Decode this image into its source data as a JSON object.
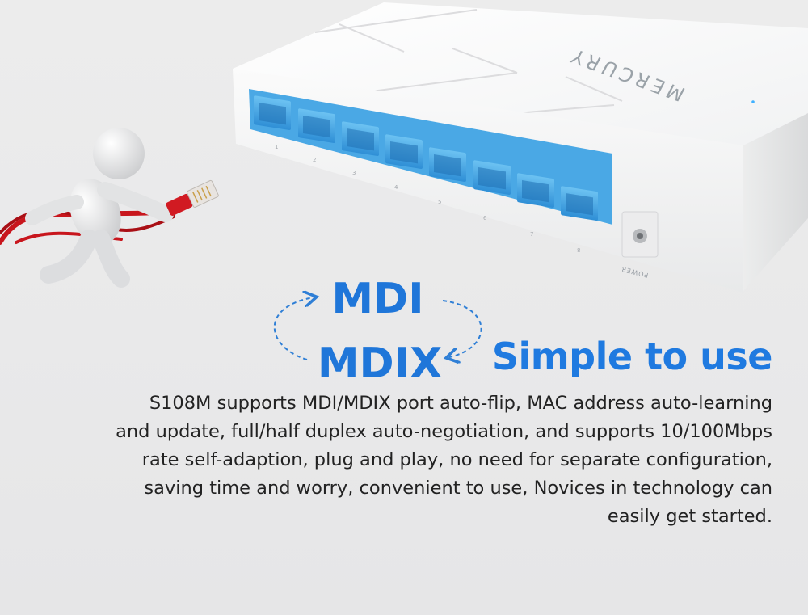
{
  "product": {
    "brand": "MERCURY",
    "power_label": "POWER",
    "port_numbers": [
      "1",
      "2",
      "3",
      "4",
      "5",
      "6",
      "7",
      "8"
    ]
  },
  "feature": {
    "mdi": "MDI",
    "mdix": "MDIX",
    "headline": "Simple to use",
    "description": "S108M supports MDI/MDIX port auto-flip, MAC address auto-learning and update, full/half duplex auto-negotiation, and supports 10/100Mbps rate self-adaption, plug and play, no need for separate configuration, saving time and worry, convenient to use, Novices in technology can easily get started."
  },
  "colors": {
    "accent_blue": "#1f76d9",
    "port_blue": "#3fa0df",
    "cable_red": "#c8161d",
    "body_text": "#222222"
  }
}
